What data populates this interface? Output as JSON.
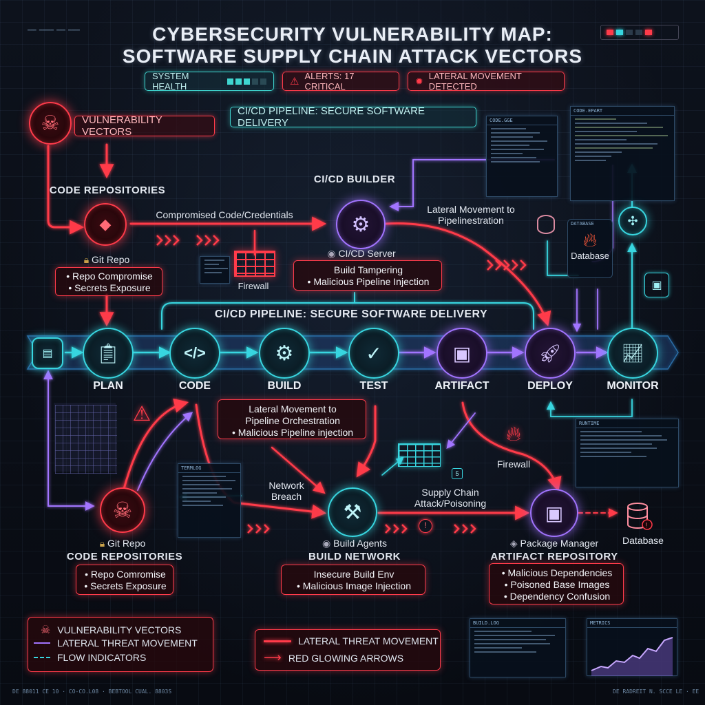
{
  "title": {
    "line1": "CYBERSECURITY VULNERABILITY MAP:",
    "line2": "SOFTWARE SUPPLY CHAIN ATTACK VECTORS"
  },
  "status_bar": {
    "system_health": "SYSTEM HEALTH",
    "alerts": "ALERTS: 17 CRITICAL",
    "lateral": "LATERAL MOVEMENT DETECTED"
  },
  "pipeline_banner_top": "CI/CD PIPELINE: SECURE SOFTWARE DELIVERY",
  "pipeline_banner_mid": "CI/CD PIPELINE: SECURE SOFTWARE DELIVERY",
  "top_left": {
    "vectors_label": "VULNERABILITY VECTORS",
    "code_repos": "CODE REPOSITORIES",
    "git_repo": "Git Repo",
    "risks": [
      "Repo Compromise",
      "Secrets Exposure"
    ],
    "edge_compromised": "Compromised Code/Credentials",
    "firewall": "Firewall"
  },
  "builder": {
    "title": "CI/CD BUILDER",
    "server": "CI/CD Server",
    "risks": [
      "Build Tampering",
      "Malicious Pipeline Injection"
    ],
    "lateral_line1": "Lateral Movement to",
    "lateral_line2": "Pipelinestration"
  },
  "database_top": "Database",
  "stages": [
    "PLAN",
    "CODE",
    "BUILD",
    "TEST",
    "ARTIFACT",
    "DEPLOY",
    "MONITOR"
  ],
  "mid_callout": [
    "Lateral Movement to",
    "Pipeline Orchestration",
    "Malicious Pipeline injection"
  ],
  "firewall_right": "Firewall",
  "bottom_left": {
    "git_repo": "Git Repo",
    "title": "CODE REPOSITORIES",
    "risks": [
      "Repo Comromise",
      "Secrets Exposure"
    ]
  },
  "network_breach": [
    "Network",
    "Breach"
  ],
  "build_network": {
    "agents": "Build Agents",
    "title": "BUILD NETWORK",
    "risks": [
      "Insecure Build Env",
      "Malicious Image Injection"
    ]
  },
  "supply_chain": [
    "Supply Chain",
    "Attack/Poisoning"
  ],
  "artifact_repo": {
    "pkg": "Package Manager",
    "title": "ARTIFACT REPOSITORY",
    "risks": [
      "Malicious Dependencies",
      "Poisoned Base Images",
      "Dependency Confusion"
    ]
  },
  "database_bottom": "Database",
  "legend": {
    "vectors": "VULNERABILITY VECTORS",
    "lateral": "LATERAL THREAT MOVEMENT",
    "flow": "FLOW INDICATORS",
    "lateral_threat": "LATERAL THREAT MOVEMENT",
    "red_arrows": "RED GLOWING ARROWS"
  },
  "code_windows": {
    "left": "CODE.GGE",
    "right": "CODE.EPART",
    "db_tag": "DATABASE",
    "small_a": "TERMLOG",
    "small_b": "RUNTIME",
    "small_c": "BUILD.LOG",
    "chart_tag": "METRICS"
  },
  "footer": {
    "left": "DE 88011 CE 10 · CO-CO.L08 · BEBTOOL CUAL. 8803S",
    "right": "DE RADREIT N. SCCE LE · EE"
  },
  "colors": {
    "cyan": "#38d6e0",
    "red": "#ff3b4a",
    "purple": "#a274ff",
    "bg": "#0b0f17"
  }
}
